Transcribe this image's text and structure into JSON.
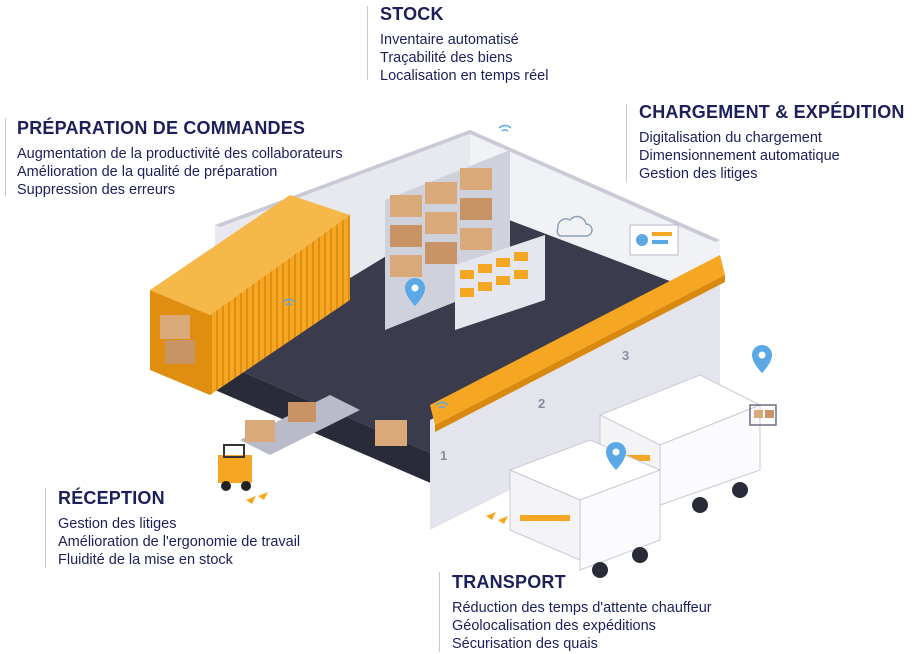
{
  "sections": {
    "stock": {
      "title": "STOCK",
      "items": [
        "Inventaire automatisé",
        "Traçabilité des biens",
        "Localisation en temps réel"
      ]
    },
    "preparation": {
      "title": "PRÉPARATION DE COMMANDES",
      "items": [
        "Augmentation de la productivité des collaborateurs",
        "Amélioration de la qualité de préparation",
        "Suppression des erreurs"
      ]
    },
    "chargement": {
      "title": "CHARGEMENT & EXPÉDITION",
      "items": [
        "Digitalisation du chargement",
        "Dimensionnement automatique",
        "Gestion des litiges"
      ]
    },
    "reception": {
      "title": "RÉCEPTION",
      "items": [
        "Gestion des litiges",
        "Amélioration de l'ergonomie de travail",
        "Fluidité de la mise en stock"
      ]
    },
    "transport": {
      "title": "TRANSPORT",
      "items": [
        "Réduction des temps d'attente chauffeur",
        "Géolocalisation des expéditions",
        "Sécurisation des quais"
      ]
    },
    "dock_numbers": [
      "1",
      "2",
      "3"
    ]
  },
  "colors": {
    "text": "#1c1f5a",
    "accent_orange": "#f5a623",
    "dark_floor": "#3a3c4e",
    "wall": "#e8e9ee",
    "box": "#d9a97a",
    "pin": "#5aa8e6"
  },
  "icons": [
    "location-pin-icon",
    "wifi-icon",
    "cloud-icon",
    "dashboard-screen-icon"
  ]
}
